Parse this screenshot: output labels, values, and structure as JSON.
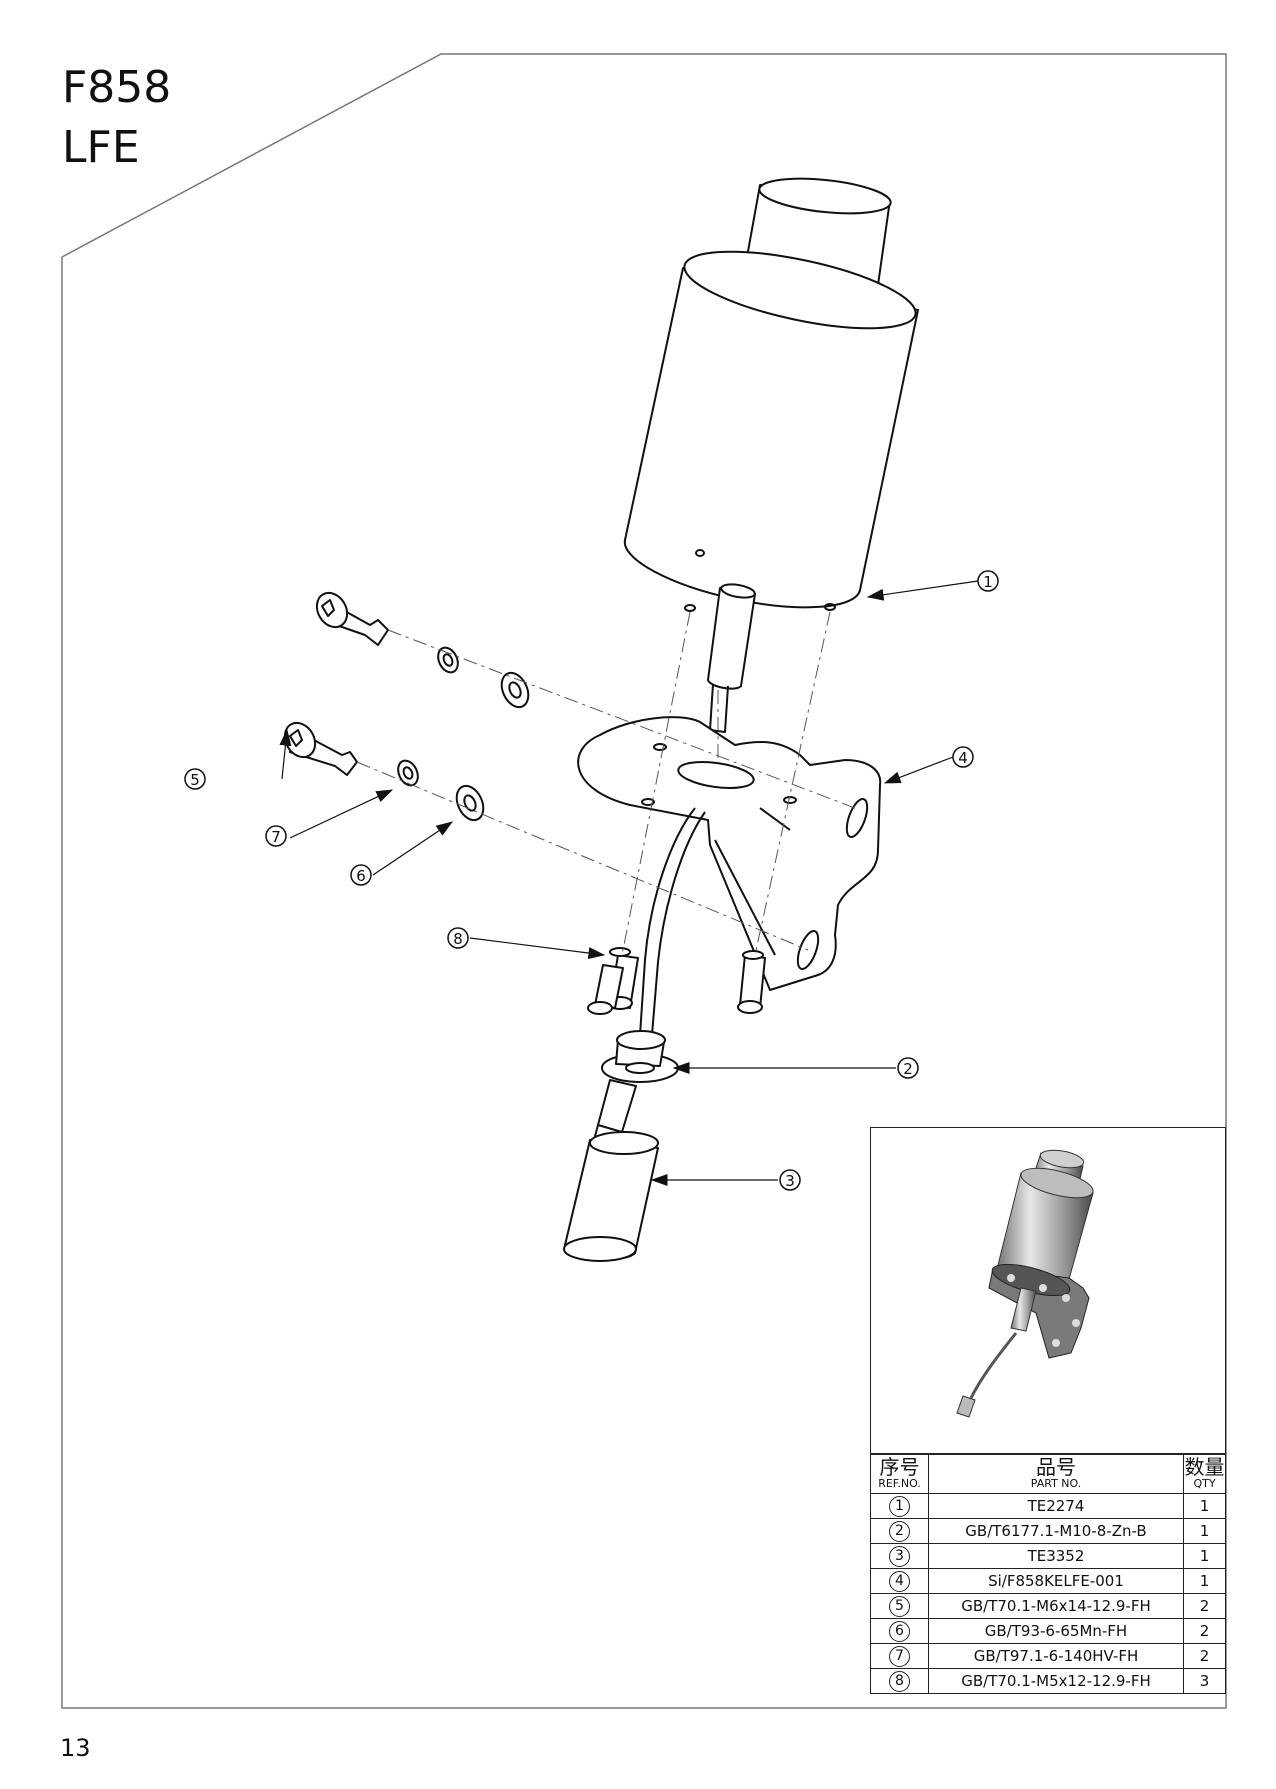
{
  "header": {
    "model": "F858",
    "variant": "LFE"
  },
  "page_number": "13",
  "callouts": [
    "1",
    "2",
    "3",
    "4",
    "5",
    "6",
    "7",
    "8"
  ],
  "bom": {
    "headers": {
      "ref_cn": "序号",
      "ref_en": "REF.NO.",
      "part_cn": "品号",
      "part_en": "PART NO.",
      "qty_cn": "数量",
      "qty_en": "QTY"
    },
    "rows": [
      {
        "ref": "1",
        "part": "TE2274",
        "qty": "1"
      },
      {
        "ref": "2",
        "part": "GB/T6177.1-M10-8-Zn-B",
        "qty": "1"
      },
      {
        "ref": "3",
        "part": "TE3352",
        "qty": "1"
      },
      {
        "ref": "4",
        "part": "Si/F858KELFE-001",
        "qty": "1"
      },
      {
        "ref": "5",
        "part": "GB/T70.1-M6x14-12.9-FH",
        "qty": "2"
      },
      {
        "ref": "6",
        "part": "GB/T93-6-65Mn-FH",
        "qty": "2"
      },
      {
        "ref": "7",
        "part": "GB/T97.1-6-140HV-FH",
        "qty": "2"
      },
      {
        "ref": "8",
        "part": "GB/T70.1-M5x12-12.9-FH",
        "qty": "3"
      }
    ]
  }
}
